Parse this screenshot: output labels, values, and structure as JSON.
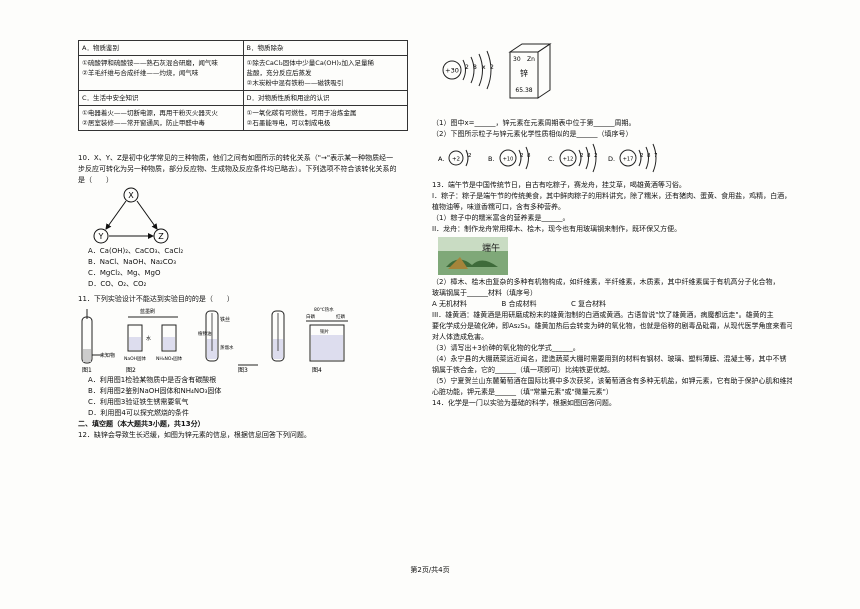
{
  "table": {
    "a_head": "A．物质鉴别",
    "a_1": "①硫酸钾和硫酸铵——熟石灰混合研磨，闻气味",
    "a_2": "②羊毛纤维与合成纤维——灼烧，闻气味",
    "b_head": "B．物质除杂",
    "b_1": "①除去CaCl₂固体中少量Ca(OH)₂加入足量稀",
    "b_1b": "盐酸，充分反应后蒸发",
    "b_2": "②木炭粉中混有铁粉——磁铁吸引",
    "c_head": "C．生活中安全知识",
    "c_1": "①电器着火——切断电源，再用干粉灭火器灭火",
    "c_2": "②居室装修——常开窗通风，防止甲醛中毒",
    "d_head": "D．对物质性质和用途的认识",
    "d_1": "①一氧化碳有可燃性，可用于冶炼金属",
    "d_2": "②石墨能导电，可以制成电极"
  },
  "q10": {
    "l1": "10．X、Y、Z是初中化学常见的三种物质，他们之间有如图所示的转化关系（\"→\"表示某一种物质经一",
    "l2": "步反应可转化为另一种物质，部分反应物、生成物及反应条件均已略去）。下列选项不符合该转化关系的",
    "l3": "是（　　）",
    "nodes": [
      "X",
      "Y",
      "Z"
    ],
    "opts": [
      "A．Ca(OH)₂、CaCO₃、CaCl₂",
      "B．NaCl、NaOH、Na₂CO₃",
      "C．MgCl₂、Mg、MgO",
      "D．CO、O₂、CO₂"
    ]
  },
  "q11": {
    "stem": "11．下列实验设计不能达到实验目的的是（　　）",
    "fig_labels": [
      "图1",
      "图2",
      "图3",
      "图4"
    ],
    "fig_text": [
      "未知物",
      "蓝墨刷",
      "水",
      "NaOH固体",
      "NH₄NO₃固体",
      "铁丝",
      "植物油",
      "蒸馏水",
      "80℃热水",
      "白磷",
      "铜片",
      "红磷"
    ],
    "opts": [
      "A．利用图1检验某物质中是否含有碳酸根",
      "B．利用图2鉴别NaOH固体和NH₄NO₃固体",
      "C．利用图3验证铁生锈需要氧气",
      "D．利用图4可以探究燃烧的条件"
    ]
  },
  "sec2": "二、填空题（本大题共3小题，共13分）",
  "q12": {
    "stem": "12．缺锌会导致生长迟缓，如图为锌元素的信息，根据信息回答下列问题。",
    "nucleus": "+30",
    "shells": [
      "2",
      "8",
      "x",
      "2"
    ],
    "tile_num": "30",
    "tile_sym": "Zn",
    "tile_name": "锌",
    "tile_mass": "65.38",
    "s1": "（1）图中x=______，锌元素在元素周期表中位于第______周期。",
    "s2": "（2）下图所示粒子与锌元素化学性质相似的是______（填序号）",
    "particles": [
      {
        "label": "A.",
        "n": "+2",
        "shells": [
          "2"
        ]
      },
      {
        "label": "B.",
        "n": "+10",
        "shells": [
          "2",
          "8"
        ]
      },
      {
        "label": "C.",
        "n": "+12",
        "shells": [
          "2",
          "8",
          "2"
        ]
      },
      {
        "label": "D.",
        "n": "+17",
        "shells": [
          "2",
          "8",
          "7"
        ]
      }
    ]
  },
  "q13": {
    "l1": "13．端午节是中国传统节日，自古有吃粽子，赛龙舟，挂艾草，喝雄黄酒等习俗。",
    "l2": "I．粽子：粽子是端午节的传统美食，其中鲜肉粽子的用料讲究，除了糯米，还有猪肉、蛋黄、食用盐，鸡精，白酒，",
    "l3": "植物油等，味道香糯可口，含有多种营养。",
    "l4": "（1）粽子中的糯米富含的营养素是______。",
    "l5": "II．龙舟：制作龙舟常用樟木、桧木，现今也有用玻璃钢来制作，既环保又方便。",
    "img_text": "端午",
    "l6": "（2）樟木、桧木由复杂的多种有机物构成，如纤维素，半纤维素，木质素，其中纤维素属于有机高分子化合物，",
    "l7": "玻璃钢属于______材料（填序号）",
    "mat": [
      "A 无机材料",
      "B 合成材料",
      "C 复合材料"
    ],
    "l8": "III．雄黄酒：雄黄酒是用研磨成粉末的雄黄泡制的白酒或黄酒。古语曾说\"饮了雄黄酒，病魔都远走\"。雄黄的主",
    "l9": "要化学成分是硫化砷，即As₂S₃。雄黄加热后会转变为砷的氧化物，也就是俗称的剧毒品砒霜，从现代医学角度来看可能会",
    "l10": "对人体造成危害。",
    "l11": "（3）请写出+3价砷的氧化物的化学式______。",
    "l12": "（4）永宁县的大棚蔬菜远近闻名，建造蔬菜大棚时需要用到的材料有钢材、玻璃、塑料薄膜、混凝土等，其中不锈",
    "l13": "钢属于铁合金，它的______（填一项即可）比纯铁更优越。",
    "l14": "（5）宁夏贺兰山东麓葡萄酒在国际比赛中多次获奖，该葡萄酒含有多种无机盐，如钾元素，它有助于保护心肌和维持",
    "l15": "心脏功能，钾元素是______（填\"常量元素\"或\"微量元素\"）",
    "l16": "14．化学是一门以实验为基础的科学，根据如图回答问题。"
  },
  "footer": "第2页/共4页"
}
